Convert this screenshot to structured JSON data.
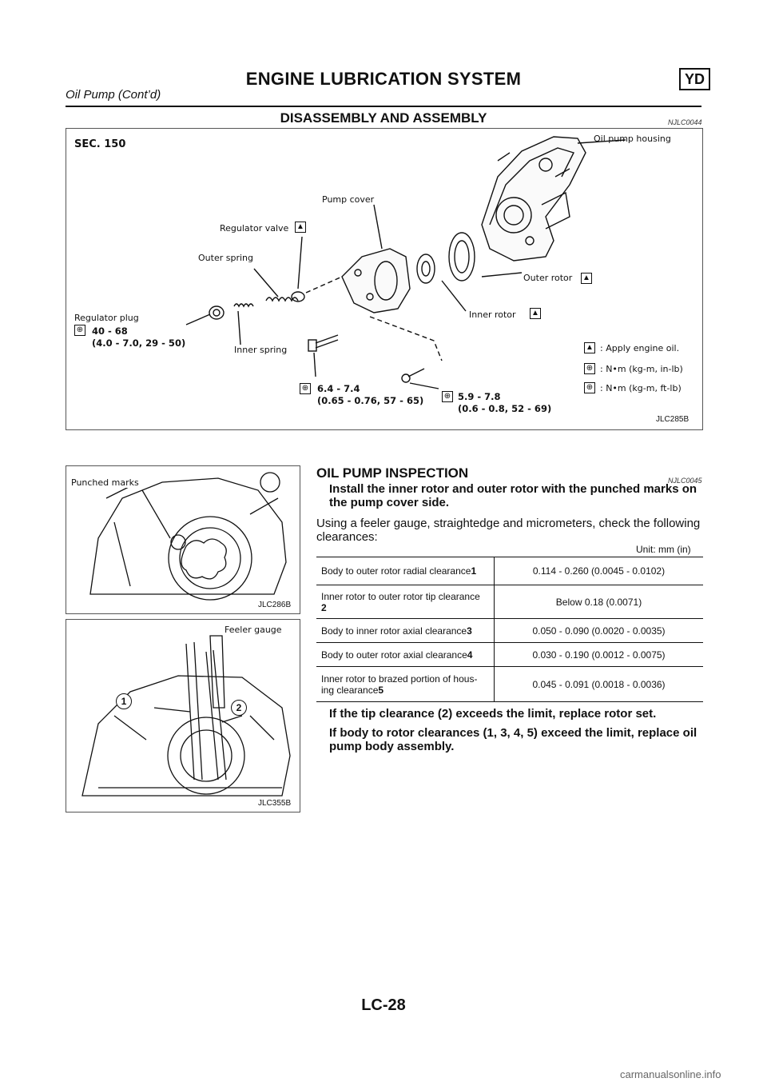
{
  "header": {
    "title": "ENGINE LUBRICATION SYSTEM",
    "badge": "YD",
    "subtitle": "Oil Pump (Cont’d)"
  },
  "section1": {
    "title": "DISASSEMBLY AND ASSEMBLY",
    "ref": "NJLC0044"
  },
  "figure1": {
    "sec": "SEC. 150",
    "code": "JLC285B",
    "labels": {
      "oil_pump_housing": "Oil pump housing",
      "pump_cover": "Pump cover",
      "regulator_valve": "Regulator valve",
      "outer_spring": "Outer spring",
      "outer_rotor": "Outer rotor",
      "inner_rotor": "Inner rotor",
      "regulator_plug": "Regulator plug",
      "inner_spring": "Inner spring"
    },
    "torques": {
      "plug_line1": "40 - 68",
      "plug_line2": "(4.0 - 7.0, 29 - 50)",
      "bolt_line1": "6.4 - 7.4",
      "bolt_line2": "(0.65 - 0.76, 57 - 65)",
      "screw_line1": "5.9 - 7.8",
      "screw_line2": "(0.6 - 0.8, 52 - 69)"
    },
    "legend": {
      "apply_oil": ": Apply engine oil.",
      "nm_in": ": N•m (kg-m, in-lb)",
      "nm_ft": ": N•m (kg-m, ft-lb)"
    }
  },
  "figure2": {
    "label": "Punched marks",
    "code": "JLC286B"
  },
  "figure3": {
    "label": "Feeler gauge",
    "code": "JLC355B",
    "marker1": "1",
    "marker2": "2"
  },
  "section2": {
    "title": "OIL PUMP INSPECTION",
    "ref": "NJLC0045",
    "instr1": "Install the inner rotor and outer rotor with the punched marks on the pump cover side.",
    "instr2": "Using a feeler gauge, straightedge and micrometers, check the following clearances:",
    "unit": "Unit: mm (in)",
    "table": [
      {
        "label": "Body to outer rotor radial clearance",
        "num": "1",
        "value": "0.114 - 0.260 (0.0045 - 0.0102)"
      },
      {
        "label": "Inner rotor to outer rotor tip clearance",
        "num": "2",
        "value": "Below 0.18 (0.0071)"
      },
      {
        "label": "Body to inner rotor axial clearance",
        "num": "3",
        "value": "0.050 - 0.090 (0.0020 - 0.0035)"
      },
      {
        "label": "Body to outer rotor axial clearance",
        "num": "4",
        "value": "0.030 - 0.190 (0.0012 - 0.0075)"
      },
      {
        "label": "Inner rotor to brazed portion of hous-ing clearance",
        "num": "5",
        "value": "0.045 - 0.091 (0.0018 - 0.0036)"
      }
    ],
    "note1": "If the tip clearance (2) exceeds the limit, replace rotor set.",
    "note2": "If body to rotor clearances (1, 3, 4, 5) exceed the limit, replace oil pump body assembly."
  },
  "footer": {
    "page": "LC-28"
  },
  "watermark": "carmanualsonline.info"
}
